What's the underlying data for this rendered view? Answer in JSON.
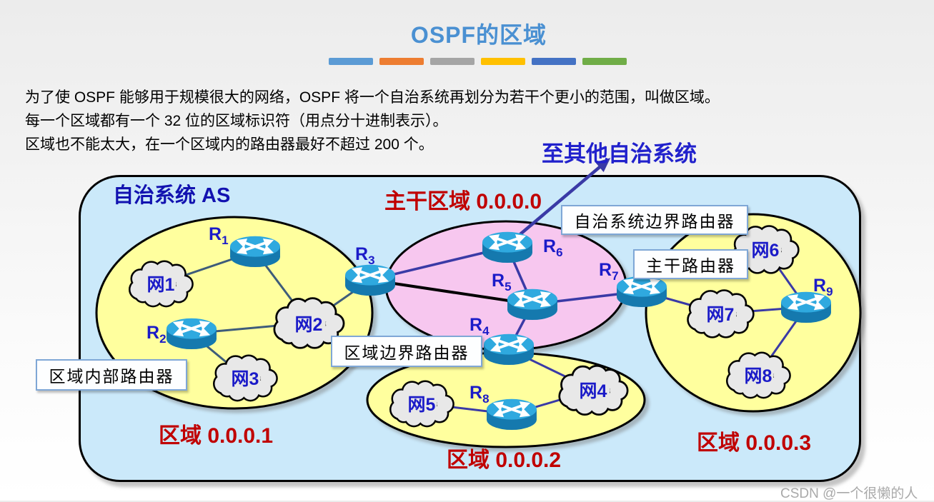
{
  "title": "OSPF的区域",
  "accent_bars": [
    "#5B9BD5",
    "#ED7D31",
    "#A5A5A5",
    "#FFC000",
    "#4472C4",
    "#70AD47"
  ],
  "intro": {
    "line1": "为了使 OSPF 能够用于规模很大的网络，OSPF 将一个自治系统再划分为若干个更小的范围，叫做区域。",
    "line2": "每一个区域都有一个 32 位的区域标识符（用点分十进制表示）。",
    "line3": "区域也不能太大，在一个区域内的路由器最好不超过 200 个。"
  },
  "diagram": {
    "as_label": "自治系统 AS",
    "to_other_as_label": "至其他自治系统",
    "backbone_area_label": "主干区域 0.0.0.0",
    "area_labels": {
      "area1": "区域 0.0.0.1",
      "area2": "区域 0.0.0.2",
      "area3": "区域 0.0.0.3"
    },
    "callouts": {
      "as_boundary_router": "自治系统边界路由器",
      "backbone_router": "主干路由器",
      "area_border_router": "区域边界路由器",
      "internal_router": "区域内部路由器"
    },
    "routers": [
      {
        "base": "R",
        "sub": "1"
      },
      {
        "base": "R",
        "sub": "2"
      },
      {
        "base": "R",
        "sub": "3"
      },
      {
        "base": "R",
        "sub": "4"
      },
      {
        "base": "R",
        "sub": "5"
      },
      {
        "base": "R",
        "sub": "6"
      },
      {
        "base": "R",
        "sub": "7"
      },
      {
        "base": "R",
        "sub": "8"
      },
      {
        "base": "R",
        "sub": "9"
      }
    ],
    "networks": [
      "网1",
      "网2",
      "网3",
      "网4",
      "网5",
      "网6",
      "网7",
      "网8"
    ],
    "colors": {
      "title_blue": "#4A90D2",
      "as_fill": "#CBE9FA",
      "area_fill": "#FFFF9E",
      "backbone_fill": "#F7C7EF",
      "cloud_fill": "#E8E8E8",
      "router_top": "#2FA9DF",
      "router_body": "#1579AE",
      "area_label_red": "#C00000",
      "node_label_blue": "#1B1BC8",
      "link_area1": "#3E5C7A",
      "link_backbone": "#3A3AA6",
      "link_r3_r5": "#000000"
    }
  },
  "watermark": "CSDN @一个很懒的人"
}
